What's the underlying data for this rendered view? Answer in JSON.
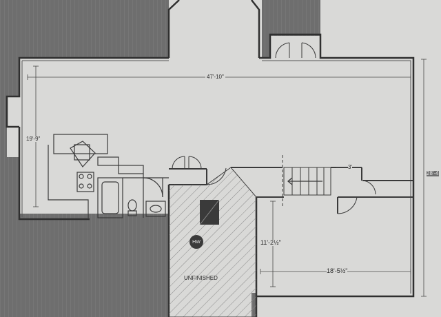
{
  "dimensions": {
    "overall_width": "47'-10\"",
    "left_height": "19'-9\"",
    "right_height": "28'-4",
    "stair_width": "3'",
    "bedroom_height": "11'-2½\"",
    "bedroom_width": "18'-5½\""
  },
  "rooms": {
    "unfinished_label": "UNFINISHED",
    "water_heater_label": "HW"
  },
  "colors": {
    "background": "#6e6e6e",
    "paper": "#d9d9d7",
    "wall": "#2f2f2f",
    "hatch": "#8a8a8a"
  }
}
